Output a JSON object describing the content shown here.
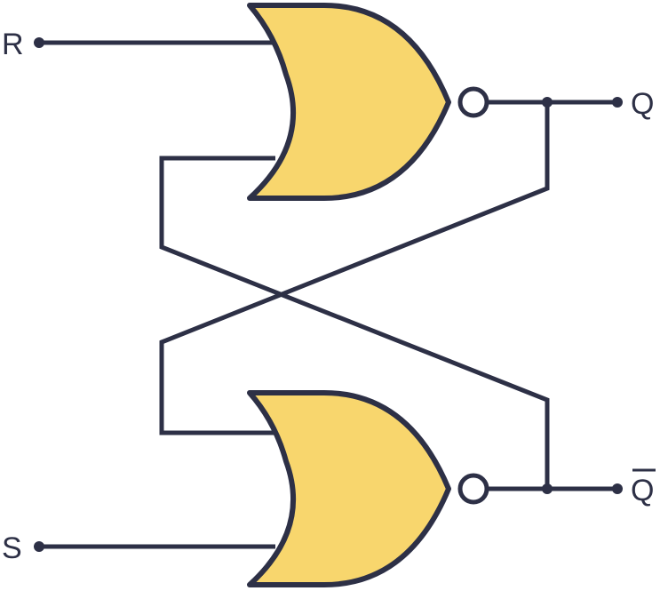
{
  "diagram": {
    "labels": {
      "r": "R",
      "s": "S",
      "q": "Q",
      "q_bar": "Q"
    },
    "colors": {
      "gate_fill": "#f8d66d",
      "line": "#2d3046",
      "background": "#ffffff"
    }
  }
}
